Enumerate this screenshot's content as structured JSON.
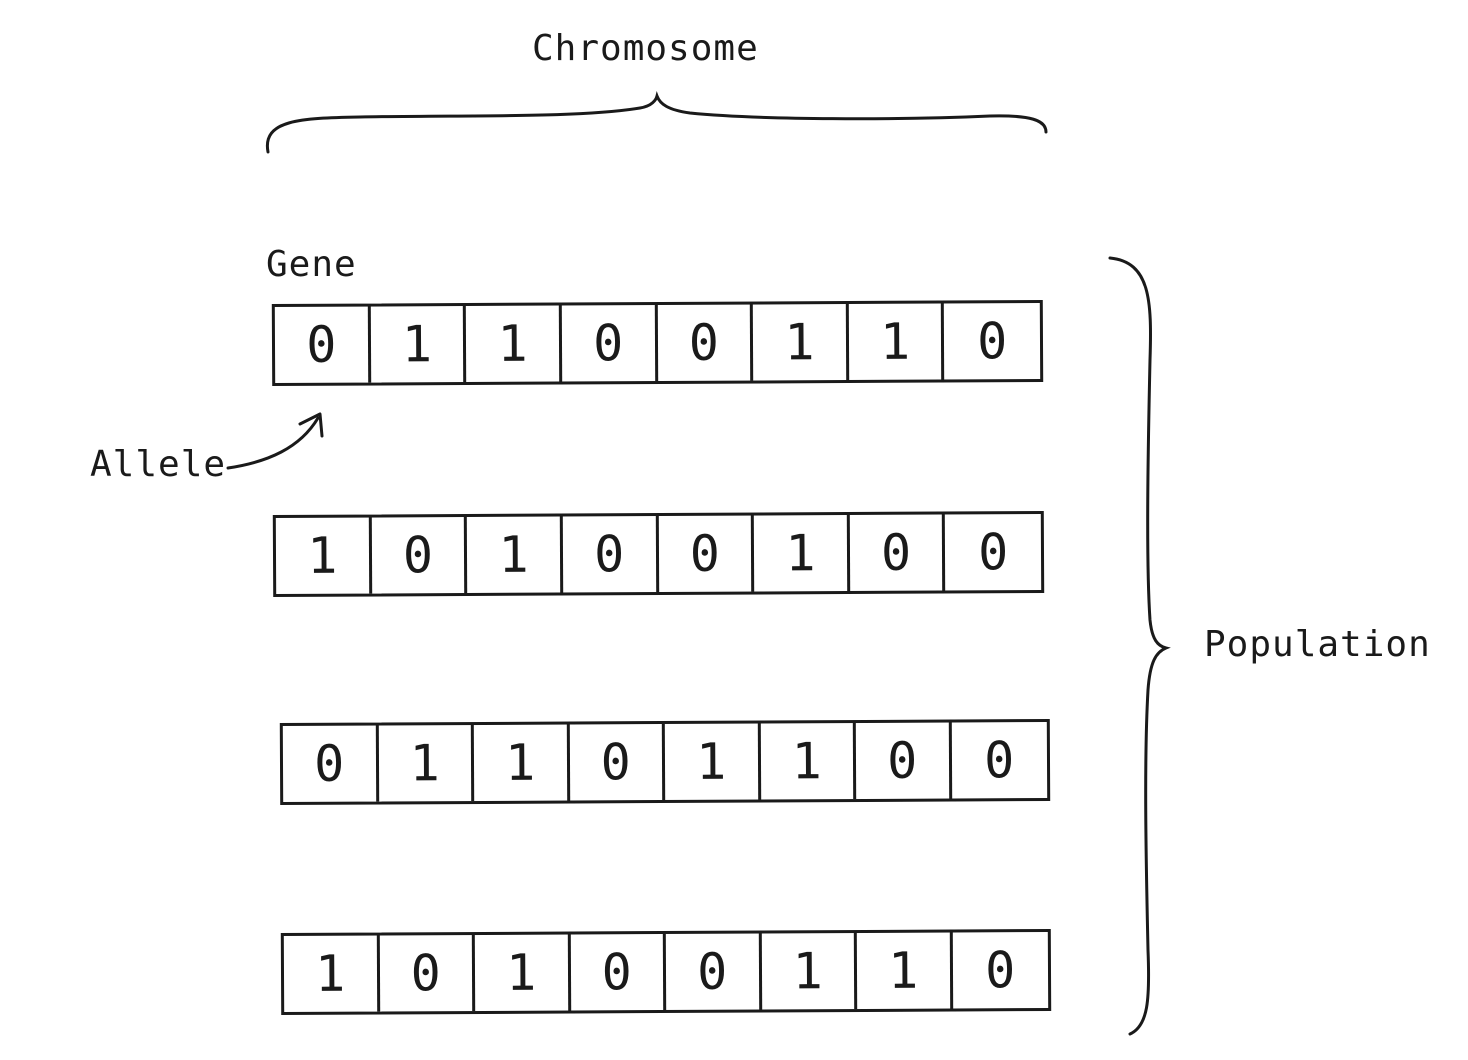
{
  "labels": {
    "chromosome": "Chromosome",
    "gene": "Gene",
    "allele": "Allele",
    "population": "Population"
  },
  "population": [
    [
      "0",
      "1",
      "1",
      "0",
      "0",
      "1",
      "1",
      "0"
    ],
    [
      "1",
      "0",
      "1",
      "0",
      "0",
      "1",
      "0",
      "0"
    ],
    [
      "0",
      "1",
      "1",
      "0",
      "1",
      "1",
      "0",
      "0"
    ],
    [
      "1",
      "0",
      "1",
      "0",
      "0",
      "1",
      "1",
      "0"
    ]
  ]
}
